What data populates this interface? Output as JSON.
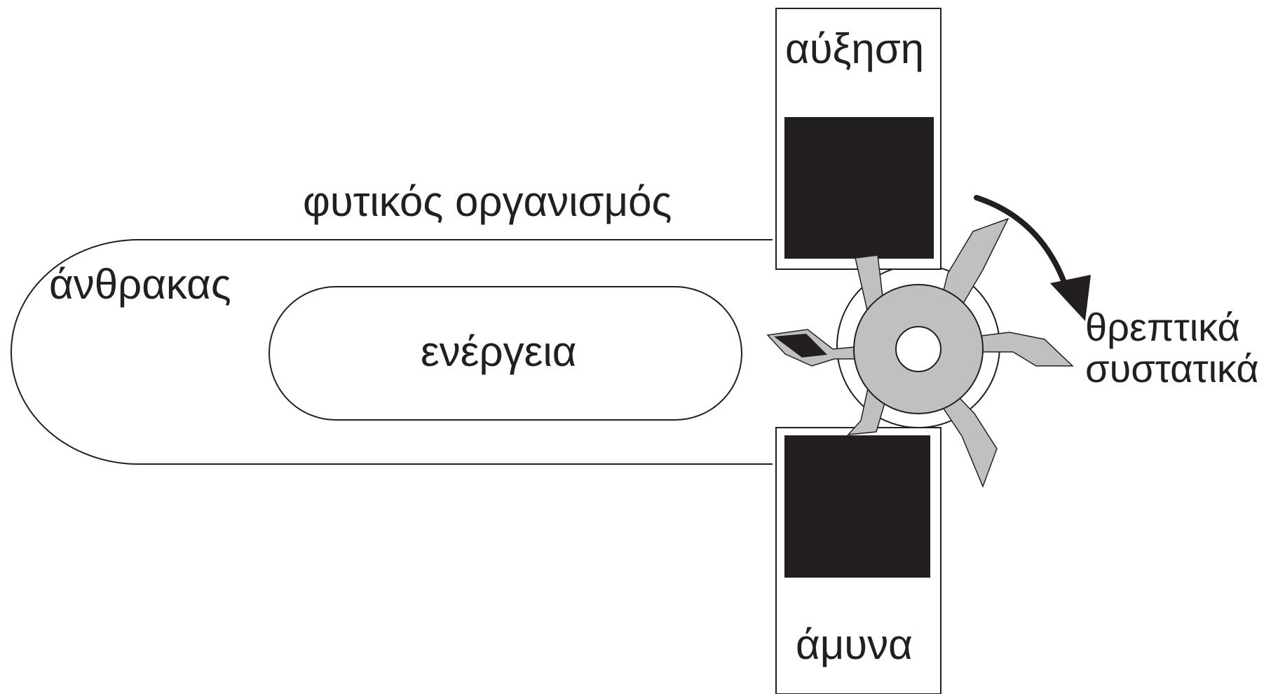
{
  "labels": {
    "plant_organism": "φυτικός οργανισμός",
    "carbon": "άνθρακας",
    "energy": "ενέργεια",
    "growth": "αύξηση",
    "defense": "άμυνα",
    "nutrients_line1": "θρεπτικά",
    "nutrients_line2": "συστατικά"
  },
  "colors": {
    "outline": "#231f20",
    "dark_fill": "#231f20",
    "gear_fill": "#c0c0c0",
    "background": "#ffffff"
  },
  "icons": {
    "gear": "gear-icon",
    "arrow": "curved-arrow-icon"
  }
}
